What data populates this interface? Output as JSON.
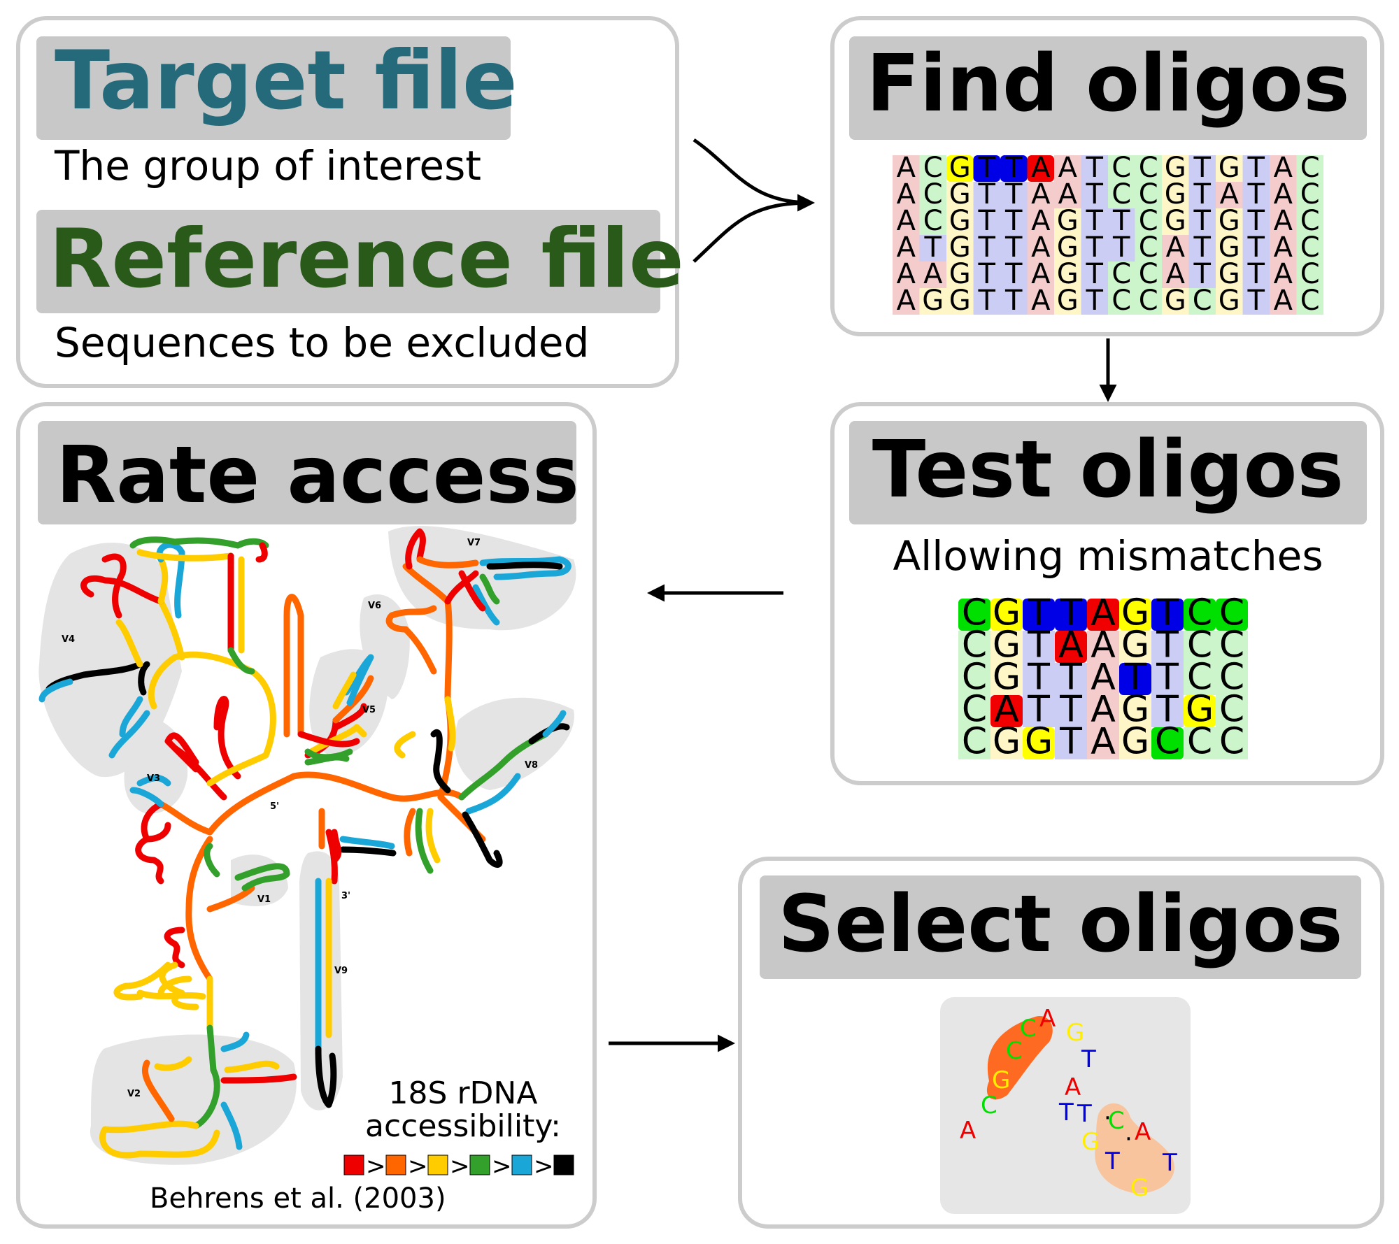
{
  "colors": {
    "A": "#f4cccc",
    "C": "#ccf5cc",
    "G": "#fff6c8",
    "T": "#cccdf5",
    "hiA": "#f00000",
    "hiC": "#00e000",
    "hiG": "#ffff00",
    "hiT": "#0000e6",
    "target_title": "#246a7a",
    "reference_title": "#2a5a1a",
    "access": [
      "#ee0000",
      "#ff6600",
      "#ffcc00",
      "#33a02c",
      "#1aa7d8",
      "#000000"
    ]
  },
  "input_panel": {
    "target_title": "Target file",
    "target_sub": "The group of interest",
    "reference_title": "Reference file",
    "reference_sub": "Sequences to be excluded"
  },
  "find_panel": {
    "title": "Find oligos",
    "alignment": [
      "ACGTTAATCCGTGTAC",
      "ACGTTAATCCGTATAC",
      "ACGTTAGTTCGTGTAC",
      "ATGTTAGTTCATGTAC",
      "AAGTTAGTCCATGTAC",
      "AGGTTAGTCCGCGTAC"
    ],
    "highlight": [
      [
        0,
        2
      ],
      [
        0,
        3
      ],
      [
        0,
        4
      ],
      [
        0,
        5
      ]
    ]
  },
  "test_panel": {
    "title": "Test oligos",
    "subtitle": "Allowing mismatches",
    "alignment": [
      "CGTTAGTCC",
      "CGTAAGTCC",
      "CGTTATTCC",
      "CATTAGTGC",
      "CGGTAGCCC"
    ],
    "highlight": [
      [
        0,
        0
      ],
      [
        0,
        1
      ],
      [
        0,
        2
      ],
      [
        0,
        3
      ],
      [
        0,
        4
      ],
      [
        0,
        5
      ],
      [
        0,
        6
      ],
      [
        0,
        7
      ],
      [
        0,
        8
      ],
      [
        1,
        3
      ],
      [
        2,
        5
      ],
      [
        3,
        1
      ],
      [
        3,
        7
      ],
      [
        4,
        2
      ],
      [
        4,
        6
      ]
    ]
  },
  "rate_panel": {
    "title": "Rate access",
    "regions": [
      "V1",
      "V2",
      "V3",
      "V4",
      "V5",
      "V6",
      "V7",
      "V8",
      "V9"
    ],
    "ends": [
      "5'",
      "3'"
    ],
    "legend_line1": "18S rDNA",
    "legend_line2": "accessibility:",
    "legend_sep": ">",
    "citation": "Behrens et al. (2003)"
  },
  "select_panel": {
    "title": "Select oligos",
    "letters": [
      {
        "ch": "A",
        "color": "#ee0000"
      },
      {
        "ch": "C",
        "color": "#00e000"
      },
      {
        "ch": "G",
        "color": "#ffee00"
      },
      {
        "ch": "C",
        "color": "#00e000"
      },
      {
        "ch": "C",
        "color": "#00e000"
      },
      {
        "ch": "A",
        "color": "#ee0000"
      },
      {
        "ch": "G",
        "color": "#ffee00"
      },
      {
        "ch": "T",
        "color": "#0000ee"
      },
      {
        "ch": "A",
        "color": "#ee0000"
      },
      {
        "ch": "T",
        "color": "#0000ee"
      },
      {
        "ch": "G",
        "color": "#ffee00"
      },
      {
        "ch": "C",
        "color": "#00e000"
      },
      {
        "ch": "A",
        "color": "#ee0000"
      },
      {
        "ch": "T",
        "color": "#0000ee"
      },
      {
        "ch": "G",
        "color": "#ffee00"
      },
      {
        "ch": "T",
        "color": "#0000ee"
      },
      {
        "ch": "T",
        "color": "#0000ee"
      }
    ],
    "pair_dot": "·"
  }
}
